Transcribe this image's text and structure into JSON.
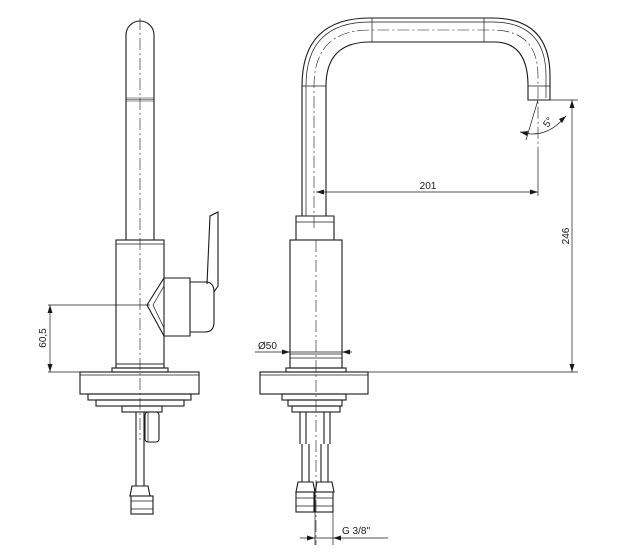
{
  "dimensions": {
    "height_lever": "60,5",
    "base_diameter": "Ø50",
    "spout_reach": "201",
    "total_height": "246",
    "spout_angle": "5°",
    "thread": "G 3/8\""
  }
}
